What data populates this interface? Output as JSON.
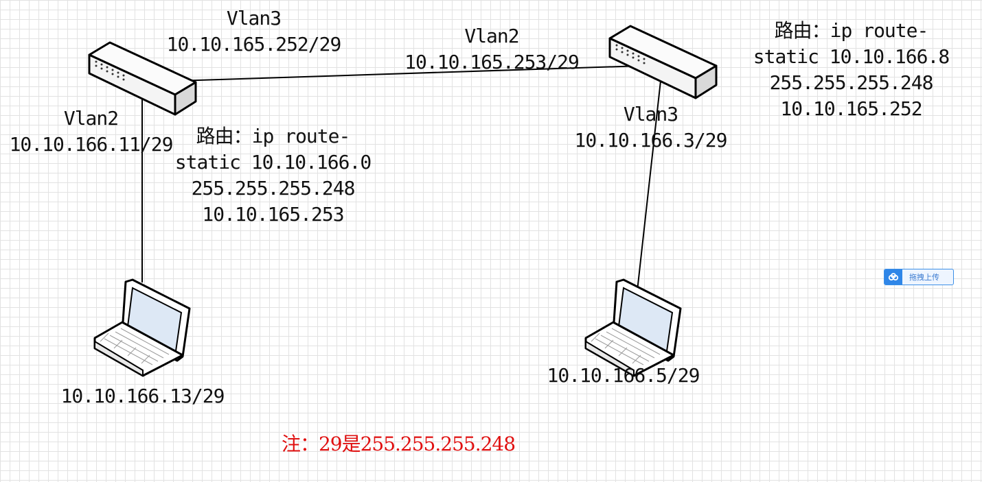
{
  "labels": {
    "sw_left_vlan3": [
      "Vlan3",
      "10.10.165.252/29"
    ],
    "sw_left_vlan2": [
      "Vlan2",
      "10.10.166.11/29"
    ],
    "sw_left_route": [
      "路由：ip route-",
      "static 10.10.166.0",
      "255.255.255.248",
      "10.10.165.253"
    ],
    "sw_right_vlan2": [
      "Vlan2",
      "10.10.165.253/29"
    ],
    "sw_right_vlan3": [
      "Vlan3",
      "10.10.166.3/29"
    ],
    "sw_right_route": [
      "路由：ip route-",
      "static 10.10.166.8",
      "255.255.255.248",
      "10.10.165.252"
    ],
    "pc_left": "10.10.166.13/29",
    "pc_right": "10.10.166.5/29",
    "note": "注：29是255.255.255.248"
  },
  "upload_button": {
    "label": "拖拽上传"
  },
  "colors": {
    "note": "#e01010",
    "line": "#000000",
    "grid": "#e2e2e2",
    "accent": "#2f86e8"
  }
}
